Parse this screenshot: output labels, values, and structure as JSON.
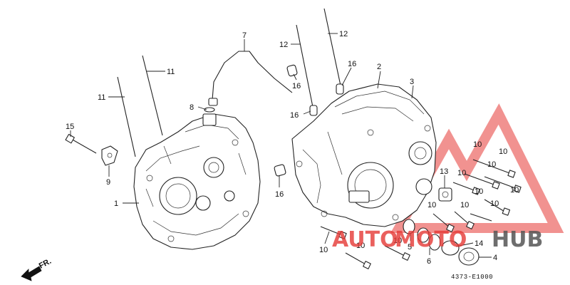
{
  "diagram": {
    "callouts": {
      "c1": "1",
      "c2": "2",
      "c3": "3",
      "c4": "4",
      "c5": "5",
      "c6": "6",
      "c7": "7",
      "c8": "8",
      "c9": "9",
      "c10a": "10",
      "c10b": "10",
      "c10c": "10",
      "c10d": "10",
      "c10e": "10",
      "c10f": "10",
      "c10g": "10",
      "c10h": "10",
      "c10i": "10",
      "c10j": "10",
      "c10k": "10",
      "c10l": "10",
      "c11a": "11",
      "c11b": "11",
      "c12a": "12",
      "c12b": "12",
      "c13": "13",
      "c14": "14",
      "c15": "15",
      "c16a": "16",
      "c16b": "16",
      "c16c": "16",
      "c16d": "16"
    },
    "direction_label": "FR.",
    "drawing_code": "4373-E1000"
  },
  "watermark": {
    "part1": "AUTO",
    "part2": "MOTO",
    "part3": "HUB",
    "color_red": "#e53935",
    "color_dark": "#555555"
  }
}
